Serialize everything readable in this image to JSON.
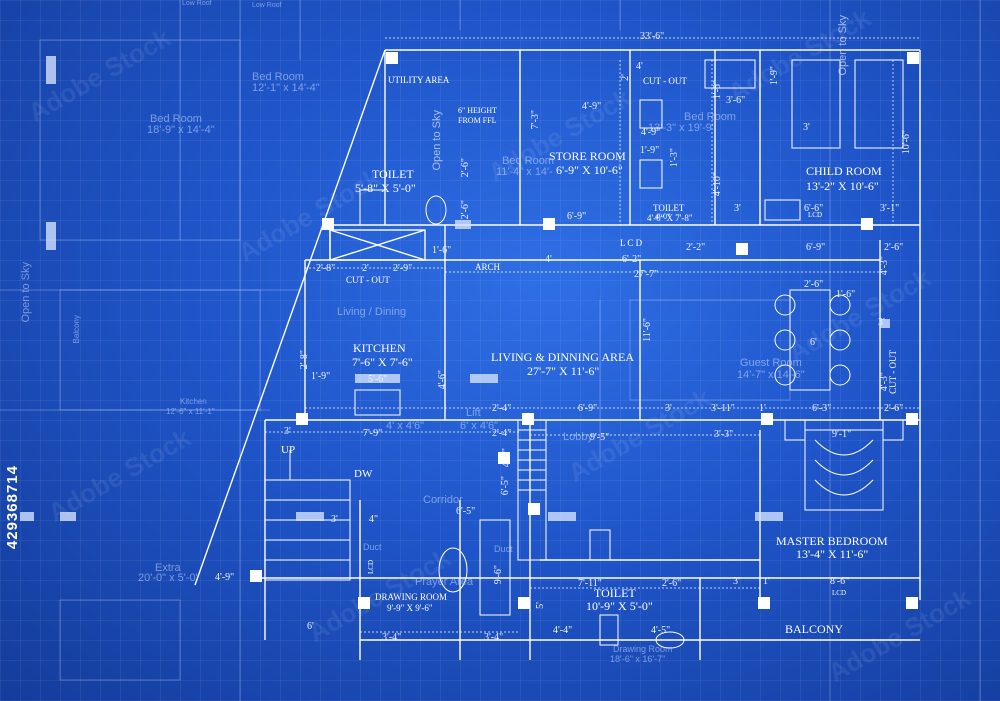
{
  "id_number": "429368714",
  "watermark": "Adobe Stock",
  "rooms": {
    "utility": "UTILITY AREA",
    "toilet1_name": "TOILET",
    "toilet1_size": "5'-8\" X 5'-0\"",
    "store_name": "STORE ROOM",
    "store_size": "6'-9\" X 10'-6\"",
    "toilet2_name": "TOILET",
    "toilet2_size": "4'-0\" X 7'-8\"",
    "child_name": "CHILD ROOM",
    "child_size": "13'-2\" X 10'-6\"",
    "kitchen_name": "KITCHEN",
    "kitchen_size": "7'-6\" X 7'-6\"",
    "living_name": "LIVING & DINNING AREA",
    "living_size": "27'-7\" X 11'-6\"",
    "master_name": "MASTER BEDROOM",
    "master_size": "13'-4\" X 11'-6\"",
    "toilet3_name": "TOILET",
    "toilet3_size": "10'-9\" X 5'-0\"",
    "balcony": "BALCONY",
    "drawing_name": "DRAWING ROOM",
    "drawing_size": "9'-9\" X 9'-6\"",
    "cut_out1": "CUT - OUT",
    "cut_out2": "CUT - OUT",
    "cut_out3": "CUT - OUT",
    "arch": "ARCH",
    "up": "UP",
    "dw": "DW",
    "lcd1": "L C D",
    "lcd2": "LCD",
    "lcd3": "LCD",
    "lcd4": "LCD",
    "height_note1": "6\" HEIGHT",
    "height_note2": "FROM FFL",
    "open_sky1": "Open to Sky",
    "open_sky2": "Open to Sky",
    "open_sky3": "Open to Sky"
  },
  "faint": {
    "low_roof": "Low Roof",
    "low_roof2": "Low Roof",
    "bed1_name": "Bed Room",
    "bed1_size": "12'-1\" x 14'-4\"",
    "bed2_name": "Bed Room",
    "bed2_size": "18'-9\" x 14'-4\"",
    "bed3_name": "Bed Room",
    "bed3_size": "11'-4\" x 14'-",
    "bed4_name": "Bed Room",
    "bed4_size": "13'-3\" x 19'-9\"",
    "living_dining": "Living / Dining",
    "guest_name": "Guest Room",
    "guest_size": "14'-7\" x 14'-6\"",
    "kitchen2_name": "Kitchen",
    "kitchen2_size": "12'-6\" x 11'-1\"",
    "balcony2": "Balcony",
    "extra_name": "Extra",
    "extra_size": "20'-0\" x 5'-0\"",
    "corridor": "Corridor",
    "prayer": "Prayer Area",
    "lift": "Lift",
    "lift_size": "6' x 4'6\"",
    "lift2_size": "4' x 4'6\"",
    "lobby": "Lobby",
    "duct1": "Duct",
    "duct2": "Duct",
    "drawing2_name": "Drawing Room",
    "drawing2_size": "18'-6\" x 16'-7\"",
    "open_sky_left": "Open to Sky",
    "open_sky_top": "Open to Sk"
  },
  "dims": {
    "d_33_6": "33'-6\"",
    "d_4_9a": "4'-9\"",
    "d_7_3": "7'-3\"",
    "d_4": "4'",
    "d_1_9": "1'-9\"",
    "d_3_6": "3'-6\"",
    "d_2a": "2'",
    "d_1_6a": "1'-6\"",
    "d_4_9b": "4'-9\"",
    "d_2_6a": "2'-6\"",
    "d_6_9a": "6'-9\"",
    "d_2_6b": "2'-6\"",
    "d_1_9b": "1'-9\"",
    "d_1_3": "1'-3\"",
    "d_4_10": "4'-10\"",
    "d_3a": "3'",
    "d_6_6": "6'-6\"",
    "d_3_1": "3'-1\"",
    "d_10_6": "10'-6\"",
    "d_1_6b": "1'-6\"",
    "d_4b": "4'",
    "d_6_2": "6'-2\"",
    "d_2_2": "2'-2\"",
    "d_6_9b": "6'-9\"",
    "d_2_6c": "2'-6\"",
    "d_2_8": "2'-8\"",
    "d_2b": "2'",
    "d_2_9": "2'-9\"",
    "d_27_7": "27'-7\"",
    "d_2_6d": "2'-6\"",
    "d_1_6c": "1'-6\"",
    "d_11_6": "11'-6\"",
    "d_6": "6'",
    "d_3b": "3'",
    "d_4_3": "4'-3\"",
    "d_4_3b": "4'-3\"",
    "d_1_9c": "1'-9\"",
    "d_5_6": "5'-6\"",
    "d_4_6": "4'-6\"",
    "d_2_4a": "2'-4\"",
    "d_6_9c": "6'-9\"",
    "d_3c": "3'",
    "d_3_11": "3'-11\"",
    "d_1a": "1'",
    "d_6_3": "6'-3\"",
    "d_2_6e": "2'-6\"",
    "d_3d": "3'",
    "d_7_9": "7'-9\"",
    "d_2_4b": "2'-4\"",
    "d_9_5": "9'-5\"",
    "d_3_3": "3'-3\"",
    "d_9_1": "9'-1\"",
    "d_4_6b": "4'-6\"",
    "d_6_5": "6'-5\"",
    "d_4c": "4\"",
    "d_3e": "3'",
    "d_4_9c": "4'-9\"",
    "d_7_11": "7'-11\"",
    "d_2_6f": "2'-6\"",
    "d_3f": "3'",
    "d_1b": "1'",
    "d_8_6": "8'-6\"",
    "d_6b": "6'",
    "d_3_4a": "3'-4\"",
    "d_3_4b": "3'-4\"",
    "d_4_4": "4'-4\"",
    "d_4_5": "4'-5\"",
    "d_9_6": "9'-6\"",
    "d_5": "5'",
    "d_3g": "3'",
    "d_2_8b": "2'-8\"",
    "d_6_5b": "6'-5\"",
    "d_4_0": "4'-0\""
  }
}
